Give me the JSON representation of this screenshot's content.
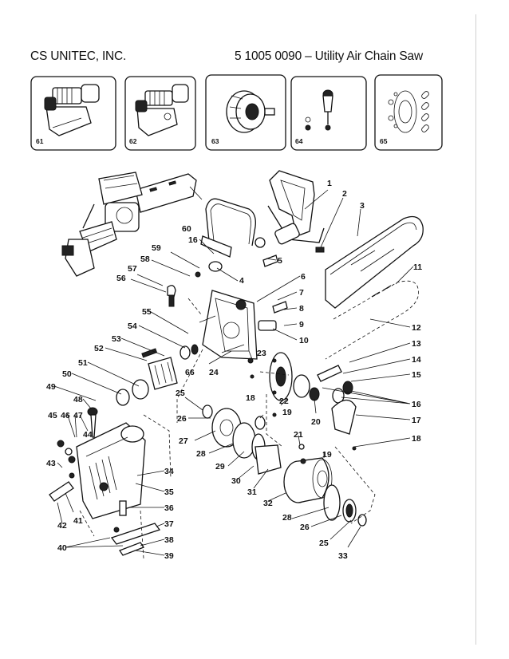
{
  "header": {
    "company": "CS UNITEC, INC.",
    "document": "5 1005 0090 – Utility Air Chain Saw"
  },
  "kits": [
    {
      "number": "61"
    },
    {
      "number": "62"
    },
    {
      "number": "63"
    },
    {
      "number": "64"
    },
    {
      "number": "65"
    }
  ],
  "callouts": [
    "1",
    "2",
    "3",
    "4",
    "5",
    "6",
    "7",
    "8",
    "9",
    "10",
    "11",
    "12",
    "13",
    "14",
    "15",
    "16",
    "16",
    "17",
    "18",
    "18",
    "19",
    "19",
    "20",
    "21",
    "22",
    "23",
    "24",
    "25",
    "25",
    "26",
    "26",
    "27",
    "28",
    "28",
    "29",
    "30",
    "31",
    "32",
    "33",
    "34",
    "35",
    "36",
    "37",
    "38",
    "39",
    "40",
    "41",
    "42",
    "43",
    "44",
    "45",
    "46",
    "47",
    "48",
    "49",
    "50",
    "51",
    "52",
    "53",
    "54",
    "55",
    "56",
    "57",
    "58",
    "59",
    "60",
    "66"
  ]
}
